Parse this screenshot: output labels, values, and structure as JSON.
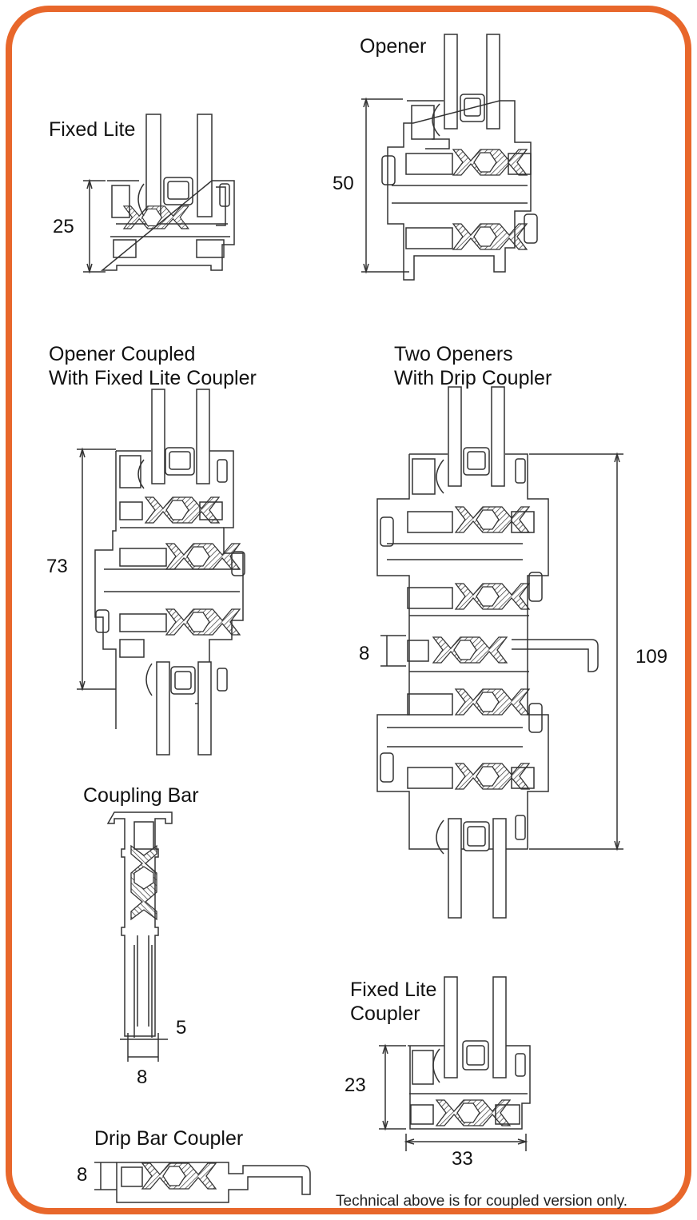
{
  "labels": {
    "fixed_lite": "Fixed Lite",
    "opener": "Opener",
    "opener_coupled_1": "Opener Coupled",
    "opener_coupled_2": "With Fixed Lite Coupler",
    "two_openers_1": "Two Openers",
    "two_openers_2": "With Drip Coupler",
    "coupling_bar": "Coupling Bar",
    "fixed_lite_coupler_1": "Fixed Lite",
    "fixed_lite_coupler_2": "Coupler",
    "drip_bar_coupler": "Drip Bar Coupler"
  },
  "dimensions": {
    "fixed_lite_height": "25",
    "opener_height": "50",
    "opener_coupled_height": "73",
    "two_openers_height": "109",
    "two_openers_coupler": "8",
    "coupling_bar_inner": "5",
    "coupling_bar_width": "8",
    "fixed_lite_coupler_height": "23",
    "fixed_lite_coupler_width": "33",
    "drip_bar_height": "8"
  },
  "note": "Technical above is for coupled version only.",
  "colors": {
    "frame": "#e8672b",
    "line": "#333333"
  }
}
